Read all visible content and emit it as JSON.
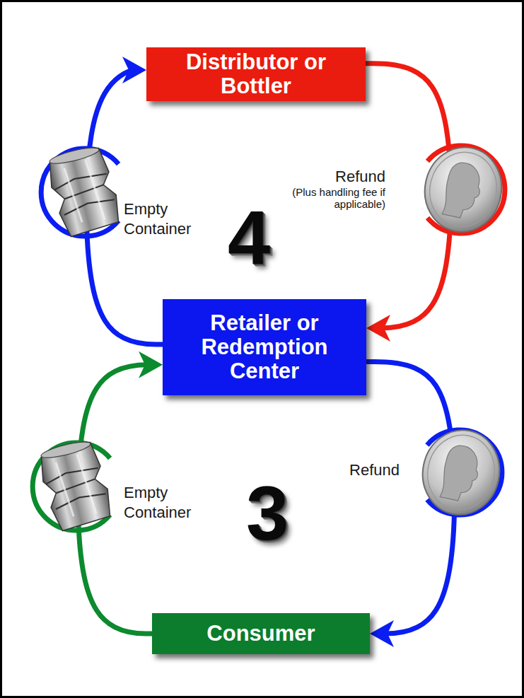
{
  "diagram": {
    "nodes": [
      {
        "text": [
          "Distributor or Bottler"
        ]
      },
      {
        "text": [
          "Retailer or Redemption Center"
        ]
      },
      {
        "text": [
          "Consumer"
        ]
      }
    ],
    "edges": [
      {
        "from": 1,
        "to": 0,
        "arrow": "to",
        "label": "Empty Container"
      },
      {
        "from": 0,
        "to": 1,
        "arrow": "to",
        "label": "Refund"
      },
      {
        "from": 2,
        "to": 1,
        "arrow": "to",
        "label": "Empty Container"
      },
      {
        "from": 1,
        "to": 2,
        "arrow": "to",
        "label": "Refund"
      }
    ],
    "labels": [
      "(Plus handling fee if applicable)",
      "4",
      "3"
    ]
  }
}
